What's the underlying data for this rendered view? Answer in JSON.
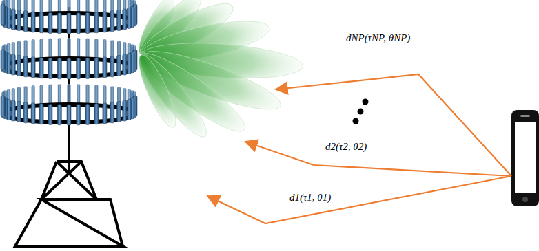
{
  "diagram": {
    "labels": [
      "dNP(τNP, θNP)",
      "d2(τ2, θ2)",
      "d1(τ1, θ1)"
    ]
  }
}
